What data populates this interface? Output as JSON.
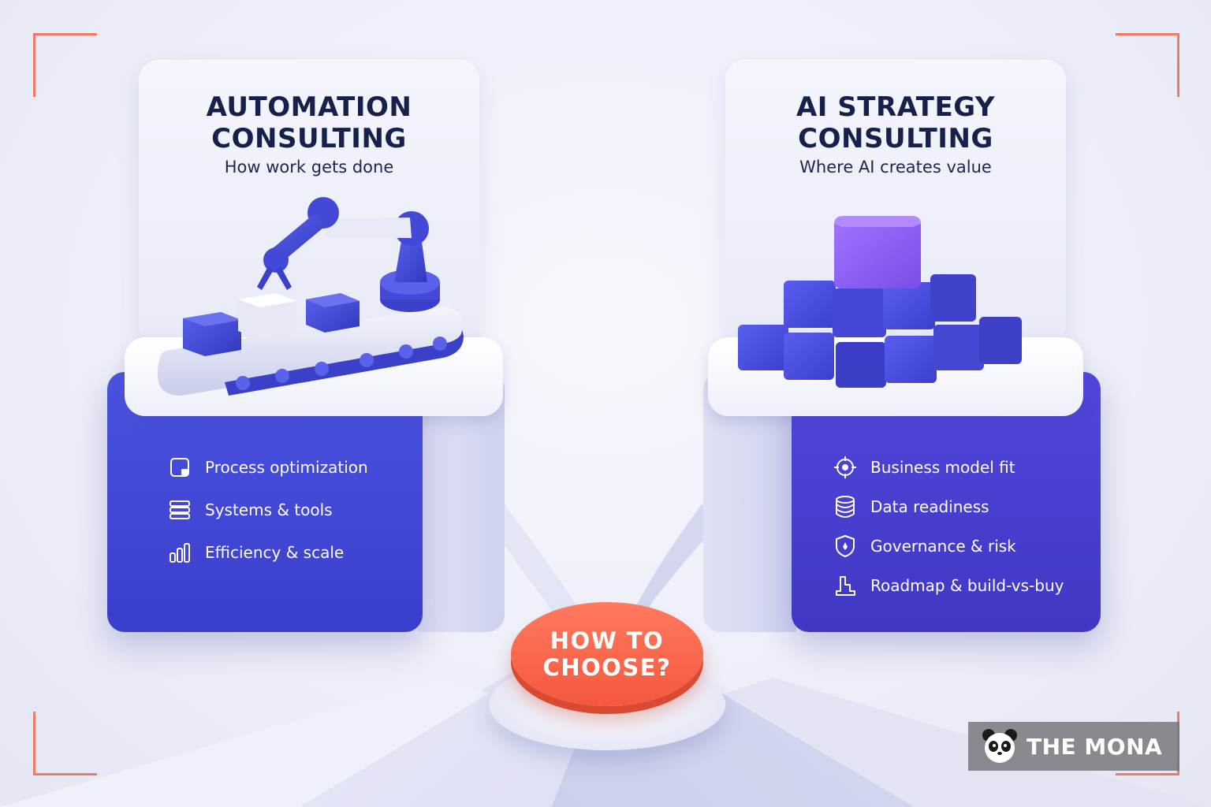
{
  "left_card": {
    "title": "AUTOMATION\nCONSULTING",
    "subtitle": "How work gets done",
    "features": [
      {
        "label": "Process optimization",
        "icon": "square-icon"
      },
      {
        "label": "Systems & tools",
        "icon": "server-stack-icon"
      },
      {
        "label": "Efficiency & scale",
        "icon": "bar-chart-icon"
      }
    ],
    "illustration": "robot-arm-conveyor-icon"
  },
  "right_card": {
    "title": "AI STRATEGY\nCONSULTING",
    "subtitle": "Where AI creates value",
    "features": [
      {
        "label": "Business model fit",
        "icon": "target-icon"
      },
      {
        "label": "Data readiness",
        "icon": "database-icon"
      },
      {
        "label": "Governance & risk",
        "icon": "shield-icon"
      },
      {
        "label": "Roadmap & build-vs-buy",
        "icon": "roadmap-icon"
      }
    ],
    "illustration": "cube-pyramid-icon"
  },
  "center_button": {
    "label": "HOW TO\nCHOOSE?"
  },
  "brand": {
    "name": "THE MONA"
  },
  "colors": {
    "accent_blue": "#4349d6",
    "accent_purple": "#8a5cf0",
    "button_coral": "#f4583e",
    "corner_marks": "#f07a63",
    "title_navy": "#16204a"
  }
}
